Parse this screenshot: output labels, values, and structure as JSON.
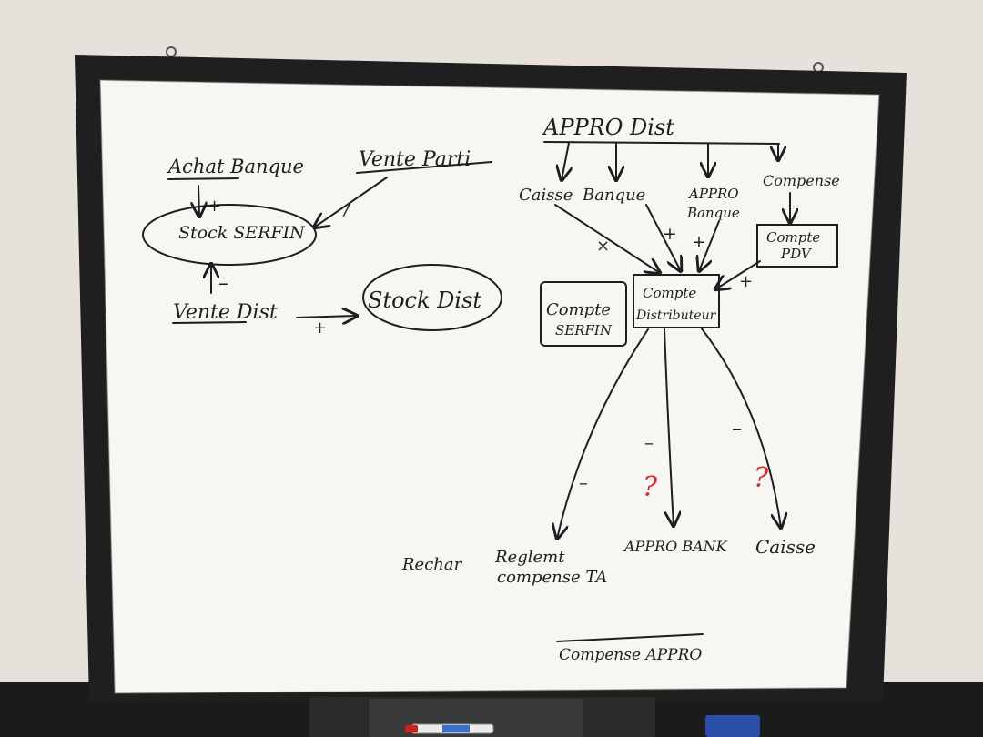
{
  "board": {
    "frame_color": "#1f1f1f",
    "surface_color": "#f6f6f3",
    "ink_color": "#1e1e1e",
    "accent_color": "#d42a2a"
  },
  "labels": {
    "achat_banque": "Achat Banque",
    "vente_parti": "Vente Parti",
    "stock_serfin": "Stock SERFIN",
    "vente_dist": "Vente Dist",
    "stock_dist": "Stock Dist",
    "appro_dist": "APPRO Dist",
    "caisse": "Caisse",
    "banque": "Banque",
    "appro_banque": [
      "APPRO",
      "Banque"
    ],
    "compense": "Compense",
    "compte_pdv": [
      "Compte",
      "PDV"
    ],
    "compte_distributeur": [
      "Compte",
      "Distributeur"
    ],
    "compte_serfin": [
      "Compte",
      "SERFIN"
    ],
    "rechar": "Rechar",
    "reglement_compense_ta": [
      "Reglemt",
      "compense TA"
    ],
    "appro_bank": "APPRO BANK",
    "caisse_bottom": "Caisse",
    "compense_appro": "Compense APPRO"
  },
  "signs": {
    "plus": "+",
    "minus": "–",
    "slash": "/",
    "cross": "×",
    "question": "?"
  },
  "objects": {
    "marker": "marker-icon",
    "eraser": "eraser-icon"
  }
}
